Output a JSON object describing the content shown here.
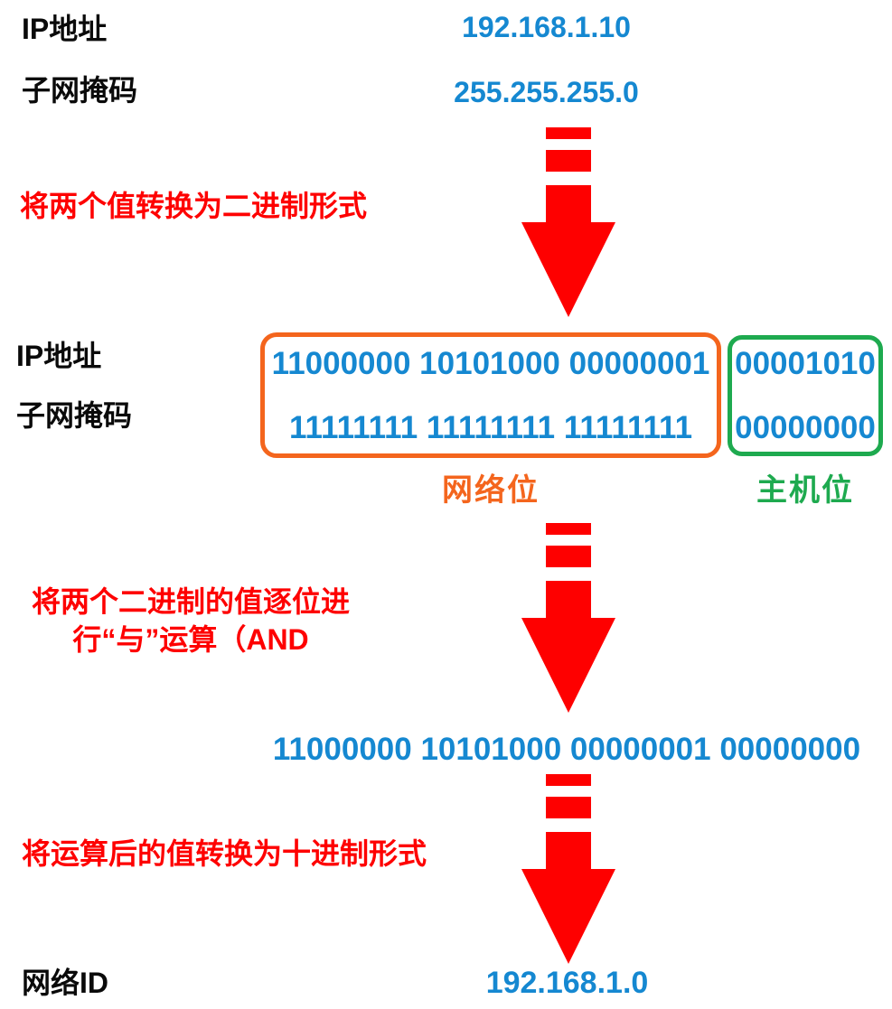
{
  "colors": {
    "value_blue": "#1588d1",
    "step_red": "#fe0000",
    "network_orange": "#f4651d",
    "host_green": "#1eaa4f",
    "label_black": "#0a0a0a"
  },
  "decimal_section": {
    "ip_label": "IP地址",
    "ip_value": "192.168.1.10",
    "mask_label": "子网掩码",
    "mask_value": "255.255.255.0"
  },
  "steps": {
    "step1": "将两个值转换为二进制形式",
    "step2_line1": "将两个二进制的值逐位进",
    "step2_line2": "行“与”运算（AND",
    "step3": "将运算后的值转换为十进制形式"
  },
  "binary_section": {
    "ip_label": "IP地址",
    "mask_label": "子网掩码",
    "ip_network_bits": "11000000 10101000 00000001",
    "ip_host_bits": "00001010",
    "mask_network_bits": "11111111 11111111 11111111",
    "mask_host_bits": "00000000",
    "network_tag": "网络位",
    "host_tag": "主机位"
  },
  "result_section": {
    "and_result_binary": "11000000 10101000 00000001 00000000"
  },
  "network_id_section": {
    "label": "网络ID",
    "value": "192.168.1.0"
  },
  "icons": {
    "arrow": "striped-down-arrow"
  }
}
